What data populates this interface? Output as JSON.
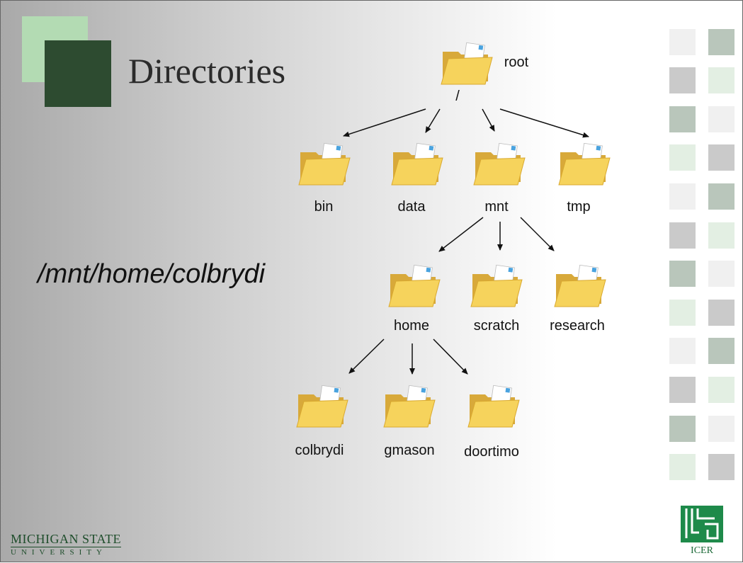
{
  "slide": {
    "title": "Directories",
    "path_example": "/mnt/home/colbrydi"
  },
  "tree": {
    "root": {
      "label": "root",
      "sublabel": "/"
    },
    "level1": [
      "bin",
      "data",
      "mnt",
      "tmp"
    ],
    "mnt_children": [
      "home",
      "scratch",
      "research"
    ],
    "home_children": [
      "colbrydi",
      "gmason",
      "doortimo"
    ]
  },
  "footer": {
    "university_line1": "MICHIGAN STATE",
    "university_line2": "UNIVERSITY",
    "logo_text": "ICER"
  },
  "colors": {
    "dark_green": "#2d4b30",
    "light_green": "#b3dbb3",
    "folder_yellow": "#f6d35c"
  }
}
